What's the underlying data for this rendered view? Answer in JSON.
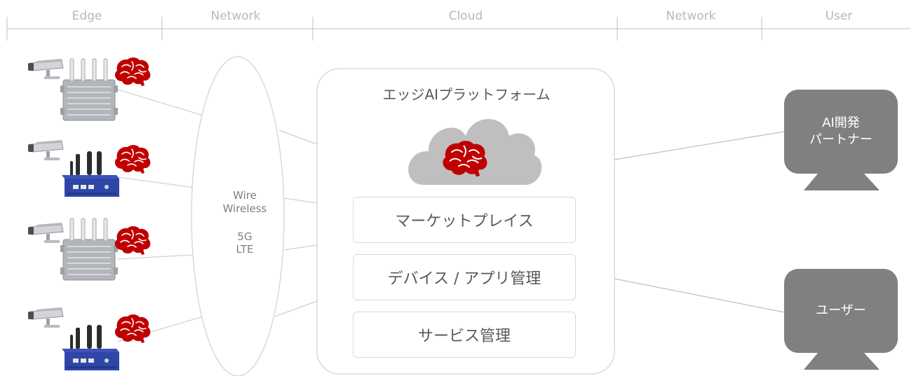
{
  "columns": [
    {
      "label": "Edge"
    },
    {
      "label": "Network"
    },
    {
      "label": "Cloud"
    },
    {
      "label": "Network"
    },
    {
      "label": "User"
    }
  ],
  "network": {
    "line1": "Wire",
    "line2": "Wireless",
    "line3": "5G",
    "line4": "LTE"
  },
  "platform": {
    "title": "エッジAIプラットフォーム",
    "services": [
      {
        "label": "マーケットプレイス"
      },
      {
        "label": "デバイス / アプリ管理"
      },
      {
        "label": "サービス管理"
      }
    ]
  },
  "users": {
    "partner": {
      "line1": "AI開発",
      "line2": "パートナー"
    },
    "user": {
      "line1": "ユーザー"
    }
  },
  "edge_devices": [
    {
      "type": "gateway-antenna-4",
      "icon": "brain-icon"
    },
    {
      "type": "mini-pc-blue",
      "icon": "brain-icon"
    },
    {
      "type": "gateway-antenna-4",
      "icon": "brain-icon"
    },
    {
      "type": "mini-pc-blue",
      "icon": "brain-icon"
    }
  ],
  "colors": {
    "accent_red": "#c00000",
    "monitor_gray": "#808080",
    "cloud_gray": "#bfbfbf",
    "header_gray": "#b8b8b8"
  }
}
